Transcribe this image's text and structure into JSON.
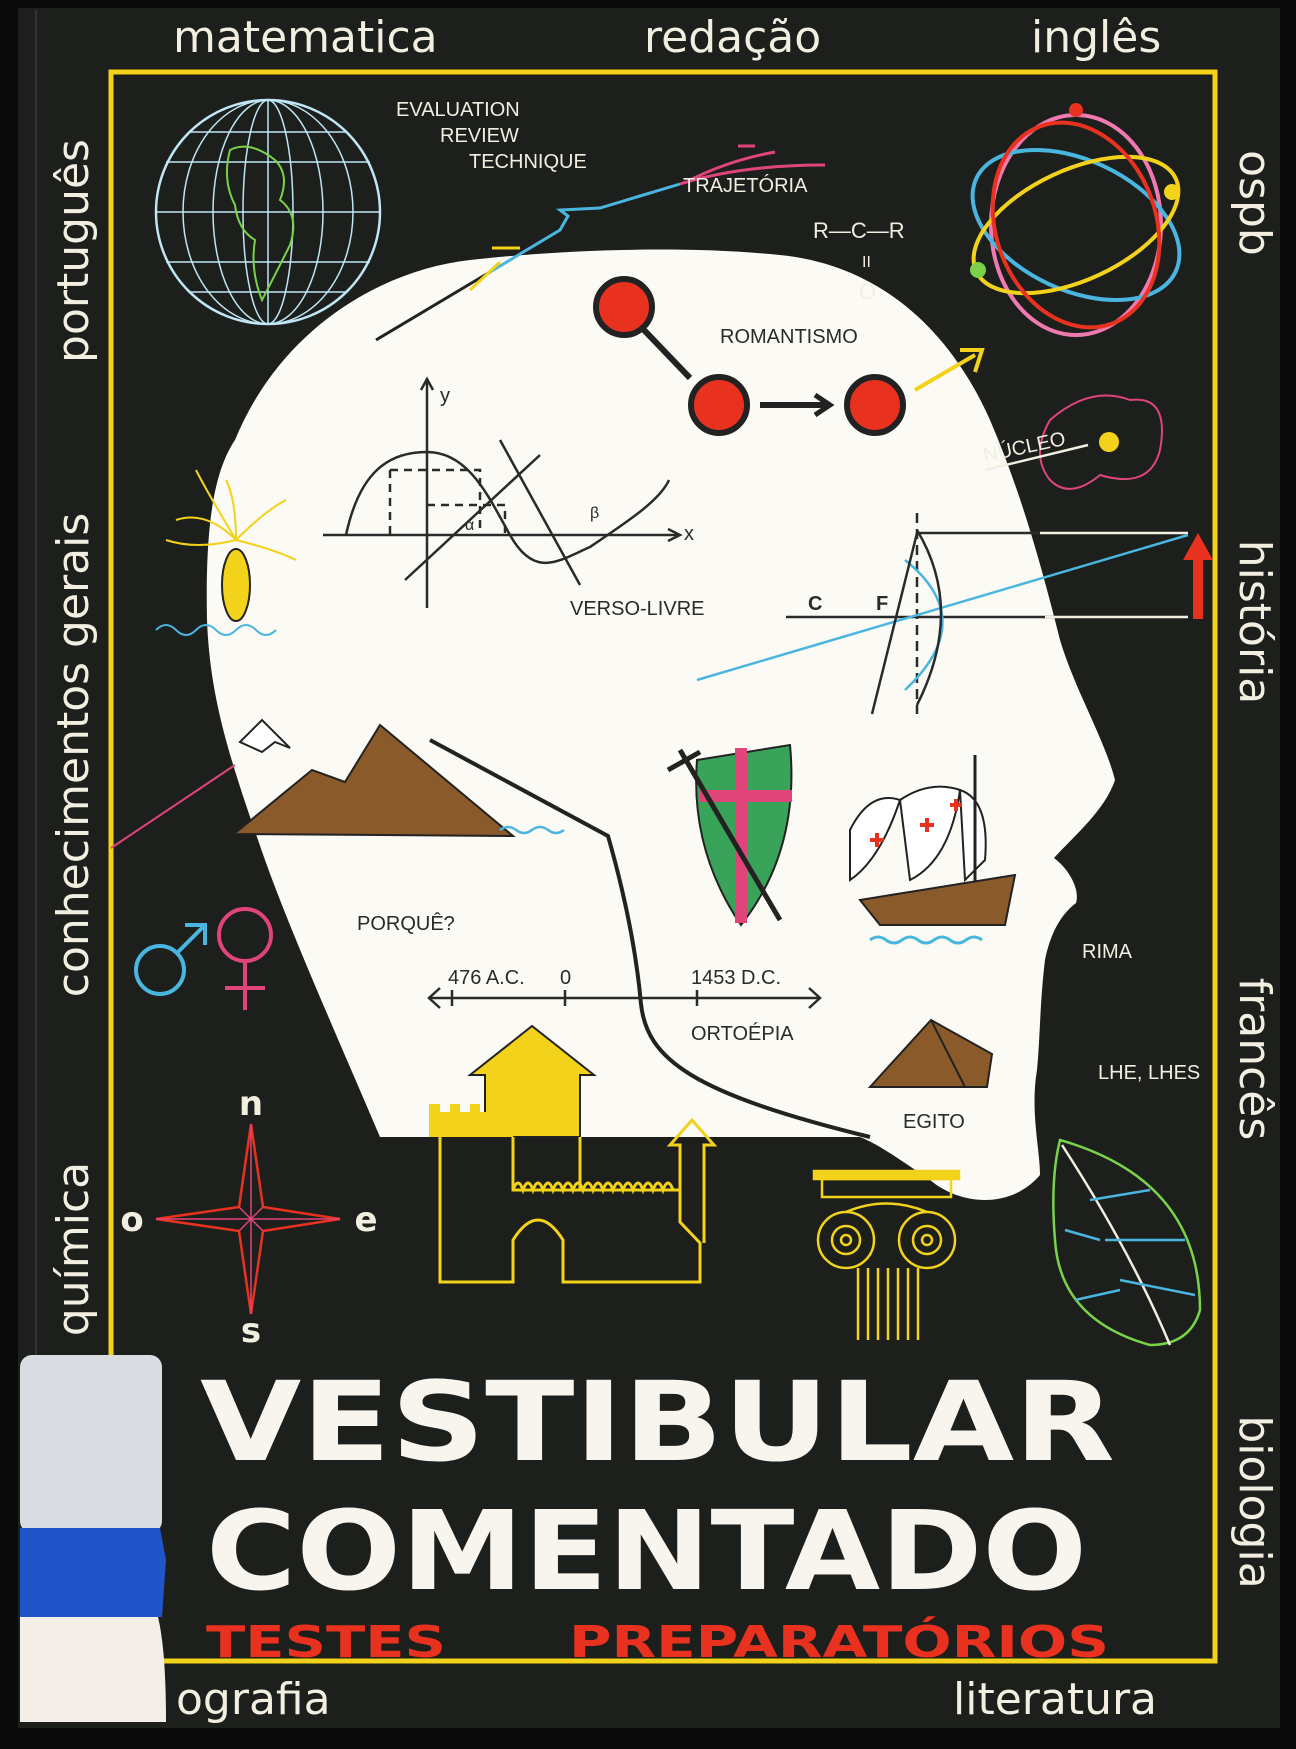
{
  "cover": {
    "title_line1": "VESTIBULAR",
    "title_line2": "COMENTADO",
    "subtitle_left": "TESTES",
    "subtitle_right": "PREPARATÓRIOS"
  },
  "subjects": {
    "top": [
      "matematica",
      "redação",
      "inglês"
    ],
    "left": [
      "português",
      "conhecimentos gerais",
      "química"
    ],
    "right": [
      "ospb",
      "história",
      "francês",
      "biologia"
    ],
    "bottom": [
      "ografia",
      "literatura"
    ]
  },
  "labels": {
    "evaluation": "EVALUATION",
    "review": "REVIEW",
    "technique": "TECHNIQUE",
    "trajetoria": "TRAJETÓRIA",
    "formula_top": "R—C—R",
    "formula_bond": "II",
    "formula_bottom": "O",
    "romantismo": "ROMANTISMO",
    "nucleo": "NÚCLEO",
    "verso_livre": "VERSO-LIVRE",
    "graph_y": "y",
    "graph_x": "x",
    "alpha": "α",
    "beta": "β",
    "optics_c": "C",
    "optics_f": "F",
    "porque": "PORQUÊ?",
    "timeline_start": "476 A.C.",
    "timeline_zero": "0",
    "timeline_end": "1453 D.C.",
    "ortoepia": "ORTOÉPIA",
    "rima": "RIMA",
    "lhe_lhes": "LHE, LHES",
    "egito": "EGITO"
  },
  "compass": {
    "north": "n",
    "west": "o",
    "east": "e",
    "south": "s"
  },
  "colors": {
    "background": "#1c1f1c",
    "border": "#f2d21b",
    "head": "#fbfaf4",
    "title": "#f7f5ee",
    "subtitle": "#e8321f",
    "library_tape": "#1f55c8"
  }
}
